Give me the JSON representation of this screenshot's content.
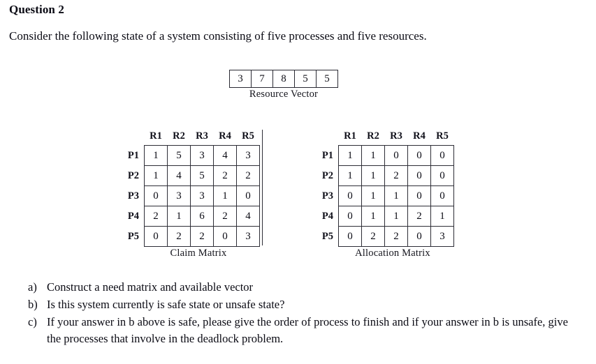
{
  "document": {
    "title": "Question 2",
    "intro": "Consider the following state of a system consisting of five processes and five resources."
  },
  "resource_vector": {
    "caption": "Resource Vector",
    "values": [
      3,
      7,
      8,
      5,
      5
    ]
  },
  "claim_matrix": {
    "caption": "Claim Matrix",
    "columns": [
      "R1",
      "R2",
      "R3",
      "R4",
      "R5"
    ],
    "rows": [
      "P1",
      "P2",
      "P3",
      "P4",
      "P5"
    ],
    "data": [
      [
        1,
        5,
        3,
        4,
        3
      ],
      [
        1,
        4,
        5,
        2,
        2
      ],
      [
        0,
        3,
        3,
        1,
        0
      ],
      [
        2,
        1,
        6,
        2,
        4
      ],
      [
        0,
        2,
        2,
        0,
        3
      ]
    ]
  },
  "allocation_matrix": {
    "caption": "Allocation Matrix",
    "columns": [
      "R1",
      "R2",
      "R3",
      "R4",
      "R5"
    ],
    "rows": [
      "P1",
      "P2",
      "P3",
      "P4",
      "P5"
    ],
    "data": [
      [
        1,
        1,
        0,
        0,
        0
      ],
      [
        1,
        1,
        2,
        0,
        0
      ],
      [
        0,
        1,
        1,
        0,
        0
      ],
      [
        0,
        1,
        1,
        2,
        1
      ],
      [
        0,
        2,
        2,
        0,
        3
      ]
    ]
  },
  "questions": [
    {
      "marker": "a)",
      "text": "Construct a need matrix and available vector"
    },
    {
      "marker": "b)",
      "text": "Is this system currently is safe state or unsafe state?"
    },
    {
      "marker": "c)",
      "text": "If your answer in b above is safe, please give the order of process to finish and if your answer in b is unsafe, give the processes that involve in the deadlock problem."
    }
  ],
  "colors": {
    "text": "#0b0b14",
    "border": "#2d2d36",
    "background": "#ffffff"
  }
}
